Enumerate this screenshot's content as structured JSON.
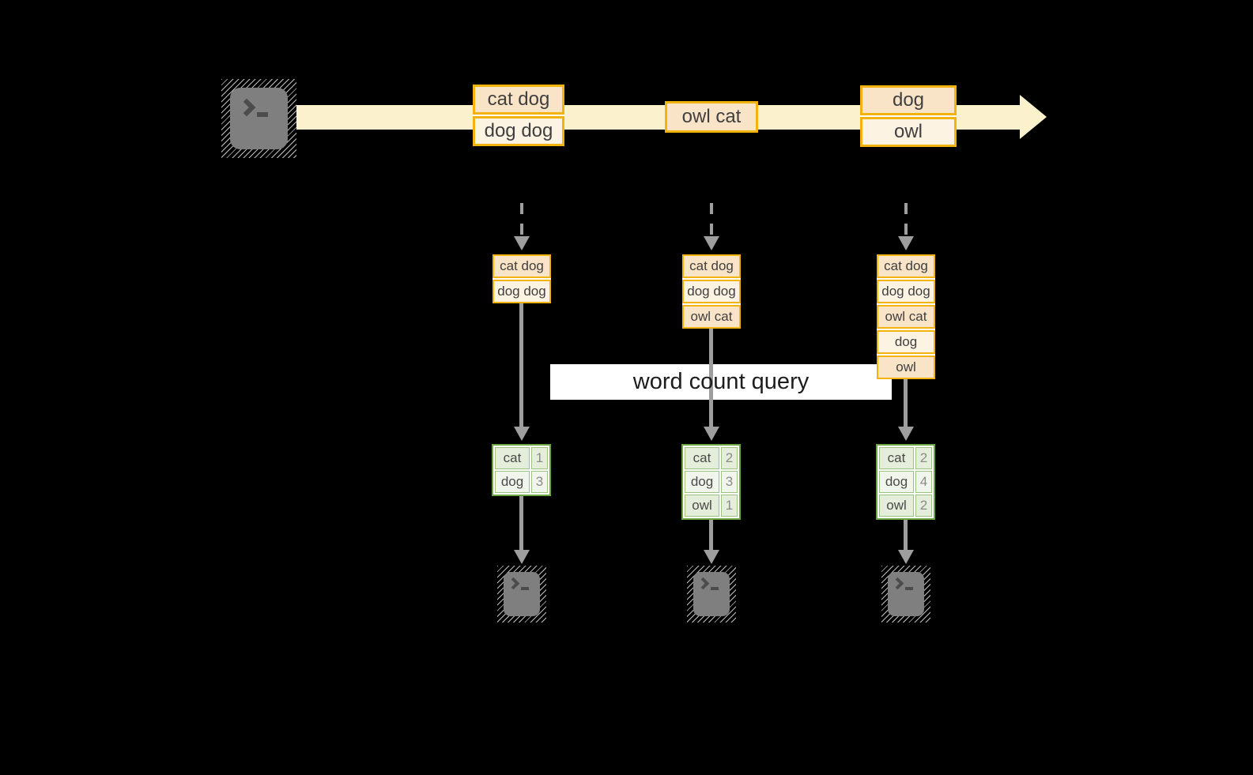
{
  "query_label": "word count query",
  "stream": {
    "records": [
      {
        "rows": [
          "cat dog",
          "dog dog"
        ]
      },
      {
        "rows": [
          "owl cat"
        ]
      },
      {
        "rows": [
          "dog",
          "owl"
        ]
      }
    ]
  },
  "logs": [
    {
      "rows": [
        "cat dog",
        "dog dog"
      ]
    },
    {
      "rows": [
        "cat dog",
        "dog dog",
        "owl cat"
      ]
    },
    {
      "rows": [
        "cat dog",
        "dog dog",
        "owl cat",
        "dog",
        "owl"
      ]
    }
  ],
  "counts": [
    {
      "rows": [
        {
          "word": "cat",
          "count": "1"
        },
        {
          "word": "dog",
          "count": "3"
        }
      ]
    },
    {
      "rows": [
        {
          "word": "cat",
          "count": "2"
        },
        {
          "word": "dog",
          "count": "3"
        },
        {
          "word": "owl",
          "count": "1"
        }
      ]
    },
    {
      "rows": [
        {
          "word": "cat",
          "count": "2"
        },
        {
          "word": "dog",
          "count": "4"
        },
        {
          "word": "owl",
          "count": "2"
        }
      ]
    }
  ],
  "icons": {
    "source": "terminal-icon",
    "consumers": [
      "terminal-icon",
      "terminal-icon",
      "terminal-icon"
    ]
  },
  "colors": {
    "background": "#000000",
    "stream_fill": "#FBF2CD",
    "record_border": "#F2B30F",
    "record_fill_dark": "#FAE4C7",
    "record_fill_light": "#FDF3E3",
    "table_border": "#6BA644",
    "table_fill_dark": "#E4EEDB",
    "table_fill_light": "#F1F6EC",
    "connector_gray": "#9E9E9E",
    "terminal_gray": "#7F7F7F",
    "query_label_bg": "#FFFFFF"
  }
}
